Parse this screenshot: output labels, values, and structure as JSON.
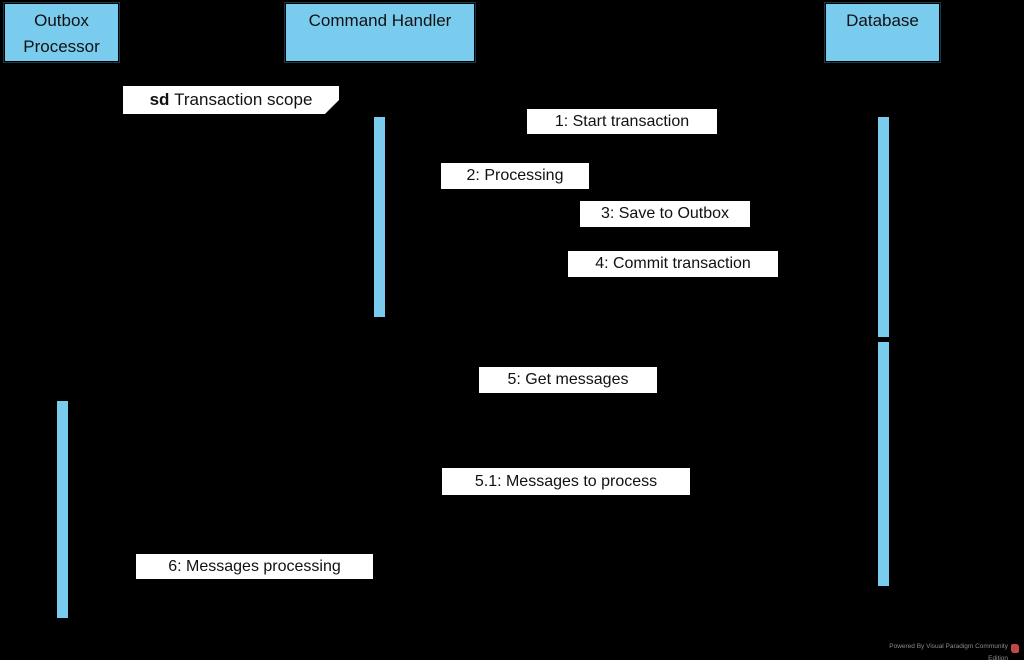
{
  "diagram": {
    "type": "uml-sequence-diagram",
    "frame": {
      "keyword": "sd",
      "title": "Transaction scope"
    },
    "lifelines": [
      {
        "name": "Outbox Processor"
      },
      {
        "name": "Command Handler"
      },
      {
        "name": "Database"
      }
    ],
    "messages": [
      "1: Start transaction",
      "2: Processing",
      "3: Save to Outbox",
      "4: Commit transaction",
      "5: Get messages",
      "5.1: Messages to process",
      "6: Messages processing"
    ]
  },
  "colors": {
    "background": "#000000",
    "lifeline_fill": "#7accef",
    "message_label_bg": "#ffffff",
    "text": "#111111",
    "watermark_text_color": "#8a8a8a",
    "watermark_logo_red": "#c04848"
  },
  "watermark": {
    "text": "Powered By Visual Paradigm Community Edition"
  }
}
